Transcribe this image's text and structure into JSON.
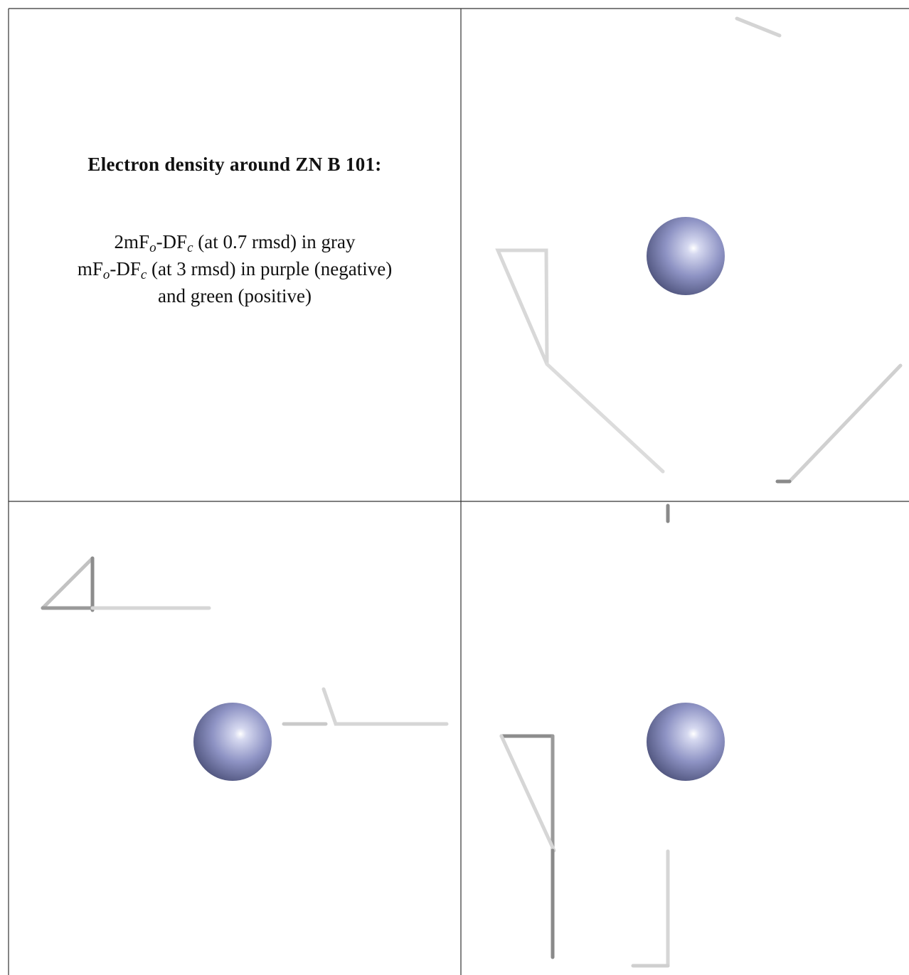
{
  "caption": {
    "title": "Electron density around ZN B 101:",
    "line1": {
      "a": "2mF",
      "b": "o",
      "c": "-DF",
      "d": "c",
      "e": " (at 0.7 rmsd) in gray"
    },
    "line2": {
      "a": "mF",
      "b": "o",
      "c": "-DF",
      "d": "c",
      "e": " (at 3 rmsd) in purple (negative)"
    },
    "line3": "and green (positive)"
  },
  "colors": {
    "zinc_atom": "#8e93c4",
    "density_light": "#dcdcdc",
    "density_dark": "#8a8a8a",
    "panel_border": "#333333"
  },
  "panels": [
    {
      "name": "caption-panel"
    },
    {
      "name": "view-panel-1",
      "atom": "ZN B 101"
    },
    {
      "name": "view-panel-2",
      "atom": "ZN B 101"
    },
    {
      "name": "view-panel-3",
      "atom": "ZN B 101"
    }
  ]
}
